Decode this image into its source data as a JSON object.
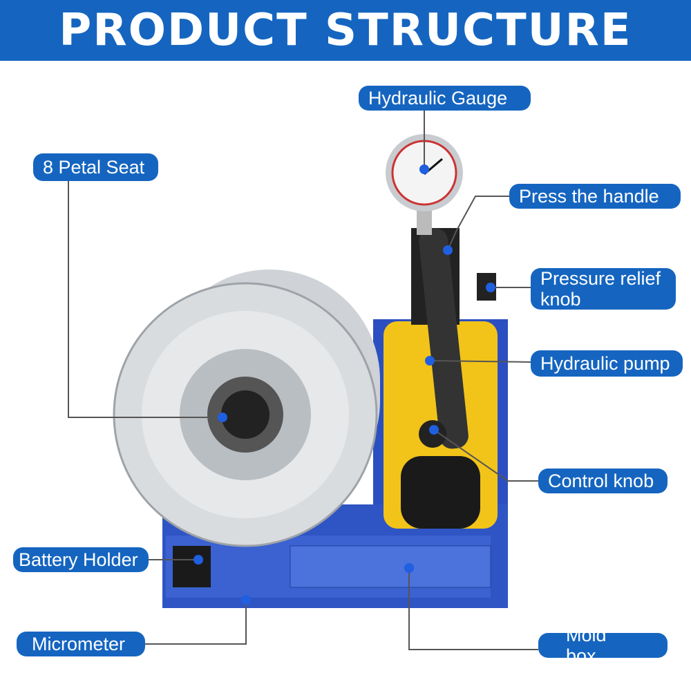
{
  "header": {
    "title": "PRODUCT STRUCTURE"
  },
  "colors": {
    "accent": "#1565c0",
    "dot": "#1f5fe0",
    "base_blue": "#2f55c4",
    "pump_yellow": "#f2c419"
  },
  "labels": {
    "hydraulic_gauge": "Hydraulic Gauge",
    "petal_seat": "8 Petal Seat",
    "press_handle": "Press the handle",
    "pressure_relief_knob": "Pressure relief knob",
    "hydraulic_pump": "Hydraulic pump",
    "control_knob": "Control knob",
    "battery_holder": "Battery Holder",
    "micrometer": "Micrometer",
    "mold_box": "Mold box"
  }
}
